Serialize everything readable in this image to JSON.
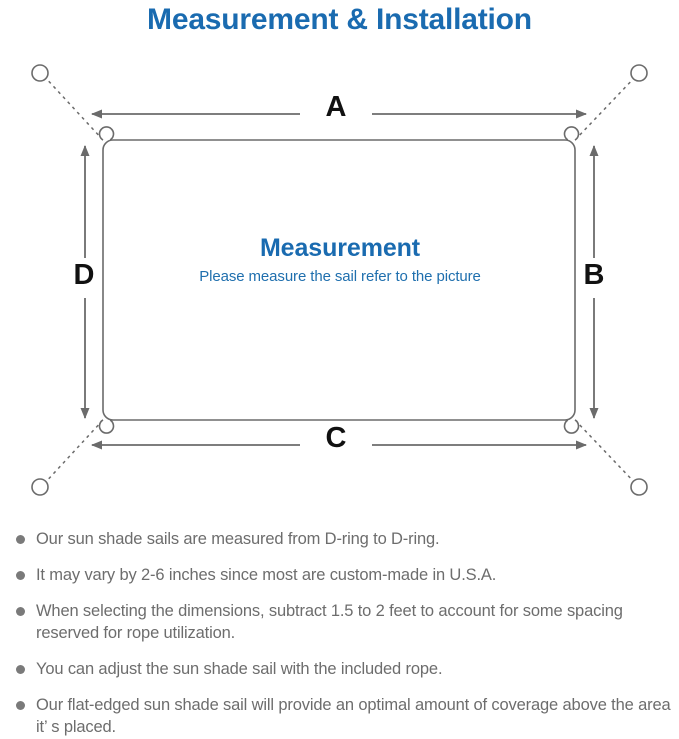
{
  "page": {
    "title": "Measurement & Installation",
    "title_color": "#1a6bb0",
    "background": "#ffffff"
  },
  "diagram": {
    "name": "sun-shade-sail-measurement-diagram",
    "line_color": "#6b6b6b",
    "dimension_labels": {
      "top": "A",
      "right": "B",
      "bottom": "C",
      "left": "D"
    },
    "center": {
      "heading": "Measurement",
      "heading_color": "#1a6bb0",
      "subtext": "Please measure the sail refer to the picture",
      "subtext_color": "#1f6fae"
    },
    "anchors": [
      {
        "position": "top-left",
        "type": "post-circle"
      },
      {
        "position": "top-right",
        "type": "post-circle"
      },
      {
        "position": "bottom-left",
        "type": "post-circle"
      },
      {
        "position": "bottom-right",
        "type": "post-circle"
      }
    ],
    "d_rings": [
      {
        "position": "top-left"
      },
      {
        "position": "top-right"
      },
      {
        "position": "bottom-left"
      },
      {
        "position": "bottom-right"
      }
    ]
  },
  "notes": {
    "bullet_color": "#7a7a7a",
    "text_color": "#6d6d6d",
    "items": [
      "Our sun shade sails are measured from D-ring to D-ring.",
      "It may vary by 2-6 inches since most are custom-made in U.S.A.",
      "When selecting the dimensions, subtract 1.5 to 2 feet to account for some spacing reserved for rope utilization.",
      "You can adjust the sun shade sail with the included rope.",
      "Our flat-edged sun shade sail will provide an optimal amount of coverage above the area it’ s placed."
    ]
  }
}
